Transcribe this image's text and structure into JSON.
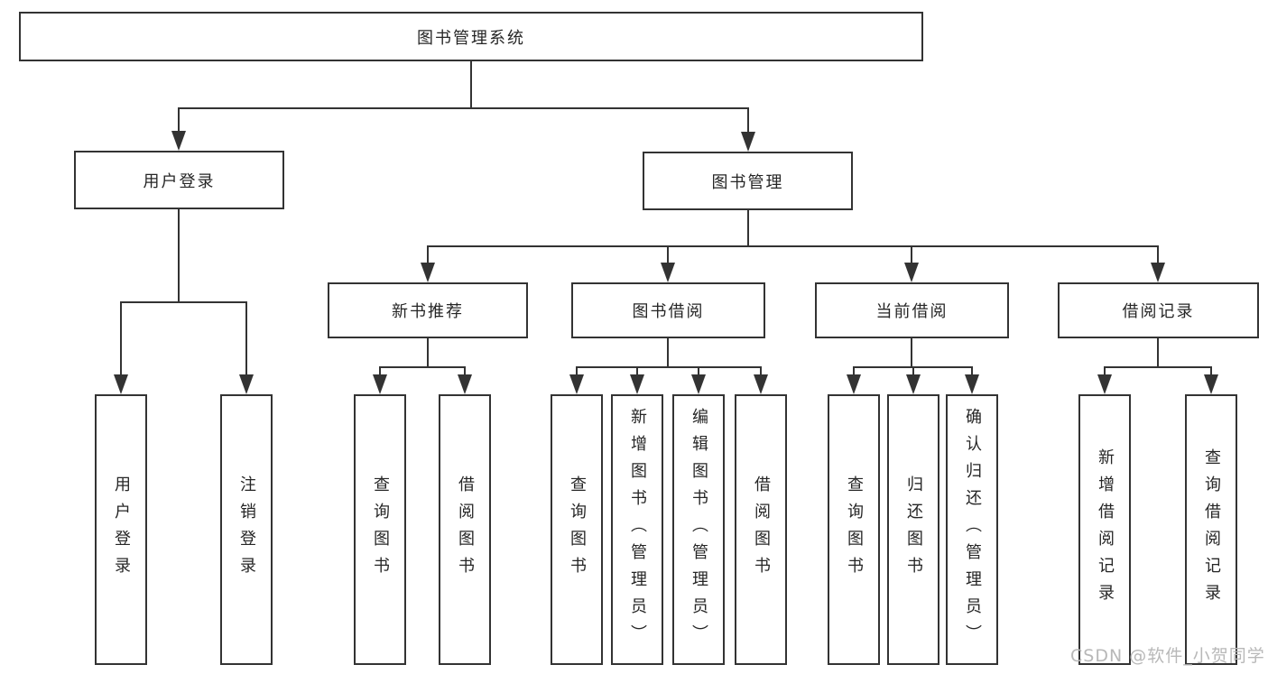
{
  "diagram": {
    "title": "图书管理系统",
    "root": {
      "label": "图书管理系统"
    },
    "level2": [
      {
        "label": "用户登录"
      },
      {
        "label": "图书管理"
      }
    ],
    "level3": [
      {
        "label": "新书推荐",
        "parent": "图书管理"
      },
      {
        "label": "图书借阅",
        "parent": "图书管理"
      },
      {
        "label": "当前借阅",
        "parent": "图书管理"
      },
      {
        "label": "借阅记录",
        "parent": "图书管理"
      }
    ],
    "leaves": [
      {
        "label": "用户登录",
        "parent": "用户登录"
      },
      {
        "label": "注销登录",
        "parent": "用户登录"
      },
      {
        "label": "查询图书",
        "parent": "新书推荐"
      },
      {
        "label": "借阅图书",
        "parent": "新书推荐"
      },
      {
        "label": "查询图书",
        "parent": "图书借阅"
      },
      {
        "label": "新增图书（管理员）",
        "parent": "图书借阅"
      },
      {
        "label": "编辑图书（管理员）",
        "parent": "图书借阅"
      },
      {
        "label": "借阅图书",
        "parent": "图书借阅"
      },
      {
        "label": "查询图书",
        "parent": "当前借阅"
      },
      {
        "label": "归还图书",
        "parent": "当前借阅"
      },
      {
        "label": "确认归还（管理员）",
        "parent": "当前借阅"
      },
      {
        "label": "新增借阅记录",
        "parent": "借阅记录"
      },
      {
        "label": "查询借阅记录",
        "parent": "借阅记录"
      }
    ]
  },
  "watermark": "CSDN @软件_小贺同学",
  "colors": {
    "line": "#333333",
    "box_border": "#333333",
    "background": "#ffffff",
    "text": "#262626",
    "watermark": "#b8b8b8"
  }
}
